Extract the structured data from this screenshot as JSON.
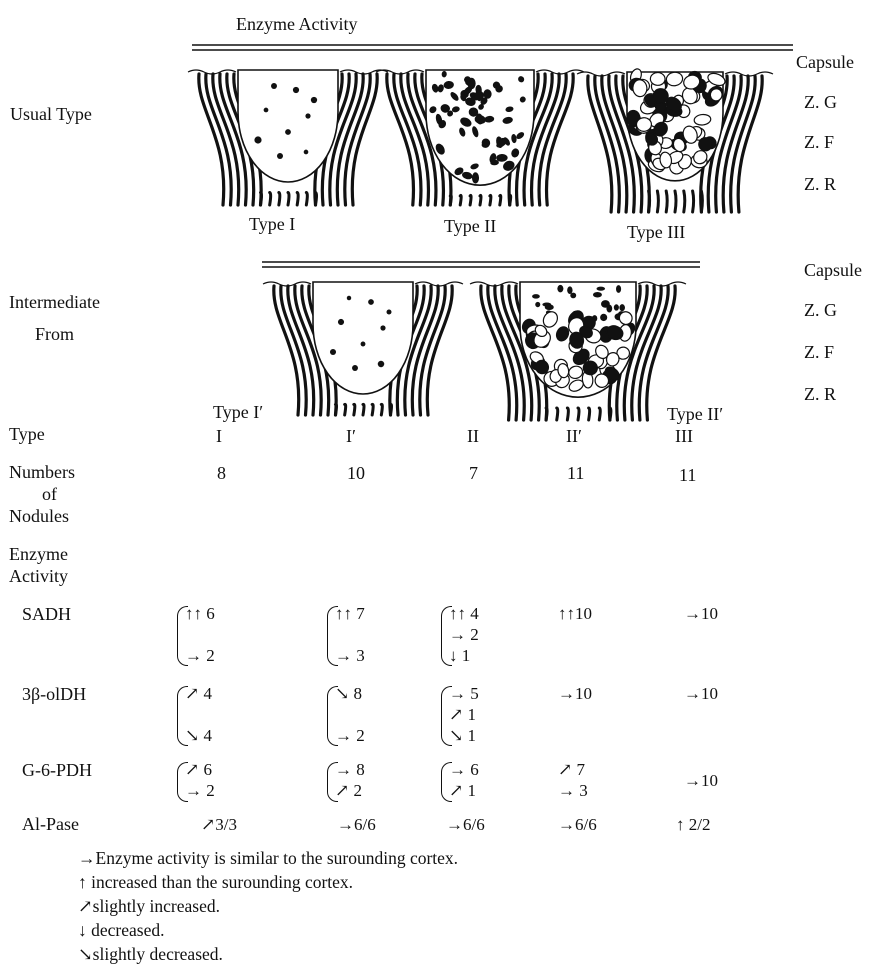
{
  "title": "Enzyme Activity",
  "layer_labels": {
    "top": [
      "Capsule",
      "Z. G",
      "Z. F",
      "Z. R"
    ],
    "bottom": [
      "Capsule",
      "Z. G",
      "Z. F",
      "Z. R"
    ]
  },
  "row_labels": {
    "usual": "Usual Type",
    "intermediate_1": "Intermediate",
    "intermediate_2": "From"
  },
  "diagram_labels": {
    "type1": "Type I",
    "type2": "Type II",
    "type3": "Type III",
    "type1p": "Type I′",
    "type2p": "Type II′"
  },
  "table": {
    "type_label": "Type",
    "types": [
      "I",
      "I′",
      "II",
      "II′",
      "III"
    ],
    "numbers_label": [
      "Numbers",
      "of",
      "Nodules"
    ],
    "numbers": [
      "8",
      "10",
      "7",
      "11",
      "11"
    ],
    "enzyme_label": [
      "Enzyme",
      "Activity"
    ],
    "enzymes": [
      {
        "name": "SADH",
        "cells": [
          [
            "↑↑ 6",
            "",
            "→ 2"
          ],
          [
            "↑↑ 7",
            "",
            "→ 3"
          ],
          [
            "↑↑ 4",
            "→ 2",
            "↓ 1"
          ],
          [
            "↑↑10"
          ],
          [
            "→10"
          ]
        ]
      },
      {
        "name": "3β-olDH",
        "cells": [
          [
            "↗ 4",
            "",
            "↘ 4"
          ],
          [
            "↘ 8",
            "",
            "→ 2"
          ],
          [
            "→ 5",
            "↗ 1",
            "↘ 1"
          ],
          [
            "→10"
          ],
          [
            "→10"
          ]
        ]
      },
      {
        "name": "G-6-PDH",
        "cells": [
          [
            "↗ 6",
            "→ 2"
          ],
          [
            "→ 8",
            "↗ 2"
          ],
          [
            "→ 6",
            "↗ 1"
          ],
          [
            "↗ 7",
            "→ 3"
          ],
          [
            "→10"
          ]
        ]
      },
      {
        "name": "Al-Pase",
        "cells": [
          [
            "↗3/3"
          ],
          [
            "→6/6"
          ],
          [
            "→6/6"
          ],
          [
            "→6/6"
          ],
          [
            "↑ 2/2"
          ]
        ]
      }
    ]
  },
  "legend": [
    "→Enzyme activity is similar to the surounding cortex.",
    "↑ increased than the surounding cortex.",
    "↗slightly increased.",
    "↓ decreased.",
    "↘slightly decreased."
  ]
}
